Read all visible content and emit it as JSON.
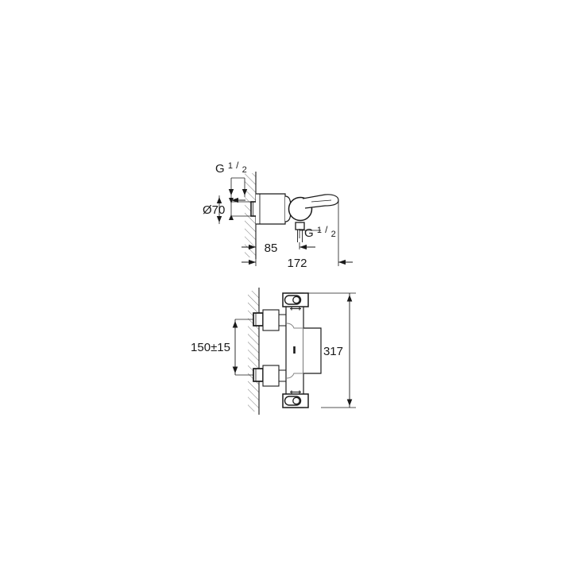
{
  "document": {
    "type": "technical-specification-drawing",
    "subject": "wall-mounted thermostatic bath shower mixer",
    "background_color": "#ffffff",
    "line_color": "#1a1a1a",
    "dimension_line_color": "#1a1a1a",
    "fixture_outline_color": "#1a1a1a"
  },
  "views": {
    "plan": {
      "name": "plan-view",
      "label": ""
    },
    "elevation": {
      "name": "front-elevation-view",
      "label": ""
    }
  },
  "dimensions": {
    "inlet_thread_top": {
      "value": "G",
      "fraction_num": "1",
      "fraction_den": "2",
      "full": "G 1/2"
    },
    "outlet_thread": {
      "value": "G",
      "fraction_num": "1",
      "fraction_den": "2",
      "full": "G 1/2"
    },
    "escutcheon_diameter": {
      "symbol": "Ø",
      "value": "70",
      "full": "Ø70"
    },
    "projection_short": {
      "value": "85",
      "full": "85"
    },
    "projection_total": {
      "value": "172",
      "full": "172"
    },
    "inlet_spacing": {
      "value": "150±15",
      "full": "150±15"
    },
    "overall_height": {
      "value": "317",
      "full": "317"
    }
  },
  "labels": [
    {
      "id": "g-half-top",
      "text": "G",
      "sup": "1",
      "sub": "2"
    },
    {
      "id": "diameter-70",
      "text": "Ø70"
    },
    {
      "id": "g-half-outlet",
      "text": "G",
      "sup": "1",
      "sub": "2"
    },
    {
      "id": "dim-85",
      "text": "85"
    },
    {
      "id": "dim-172",
      "text": "172"
    },
    {
      "id": "dim-150",
      "text": "150±15"
    },
    {
      "id": "dim-317",
      "text": "317"
    }
  ]
}
